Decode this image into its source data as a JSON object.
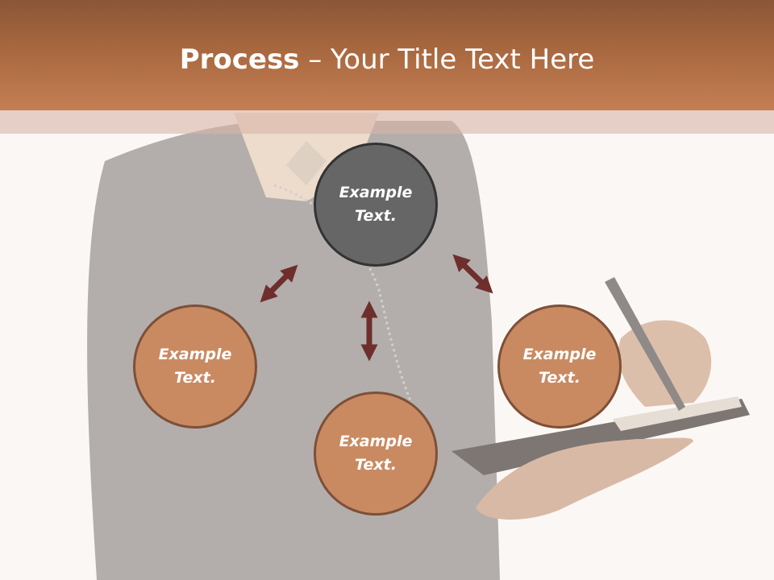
{
  "slide": {
    "title_bold": "Process",
    "title_rest": " – Your Title Text Here"
  },
  "nodes": {
    "top": {
      "line1": "Example",
      "line2": "Text."
    },
    "left": {
      "line1": "Example",
      "line2": "Text."
    },
    "bottom": {
      "line1": "Example",
      "line2": "Text."
    },
    "right": {
      "line1": "Example",
      "line2": "Text."
    }
  },
  "colors": {
    "header": "#b26f46",
    "node_orange": "#c98a62",
    "node_dark": "#666666",
    "arrow": "#6e2f2c"
  }
}
